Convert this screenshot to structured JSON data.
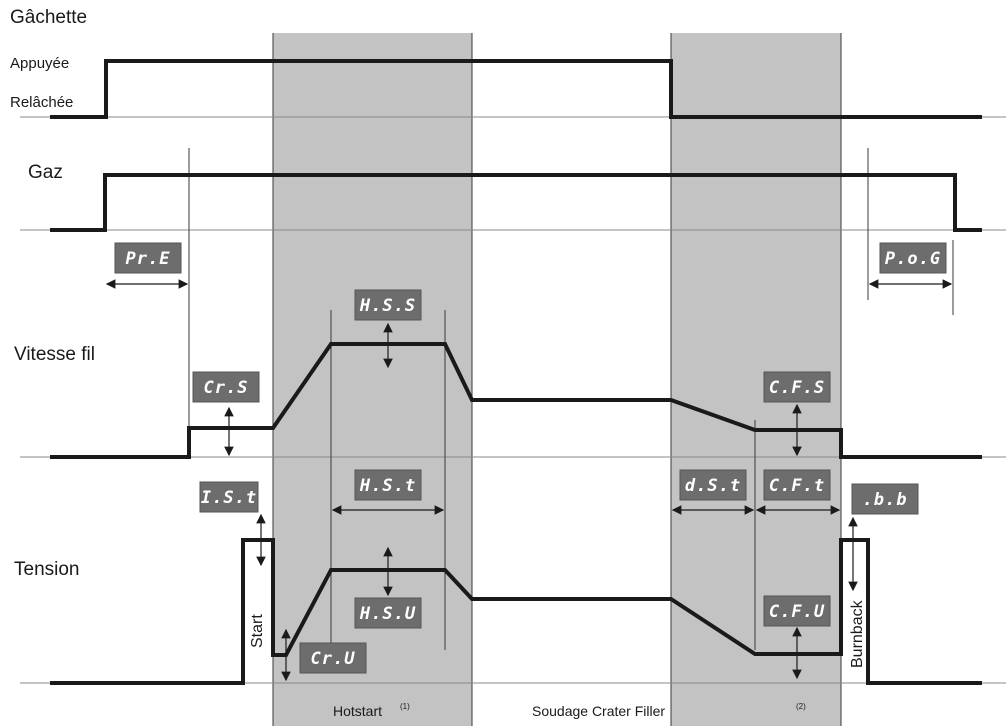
{
  "rows": {
    "trigger": "Gâchette",
    "trigger_pressed": "Appuyée",
    "trigger_released": "Relâchée",
    "gas": "Gaz",
    "wire_speed": "Vitesse fil",
    "voltage": "Tension"
  },
  "badges": {
    "pre": "Pr.E",
    "pog": "P.o.G",
    "hss": "H.S.S",
    "crs": "Cr.S",
    "cfs": "C.F.S",
    "hst": "H.S.t",
    "dst": "d.S.t",
    "cft": "C.F.t",
    "ist": "I.S.t",
    "bb": ".b.b",
    "hsu": "H.S.U",
    "cfu": "C.F.U",
    "cru": "Cr.U"
  },
  "side_labels": {
    "start": "Start",
    "burnback": "Burnback"
  },
  "footer": {
    "hotstart": "Hotstart",
    "hotstart_note": "(1)",
    "middle": "Soudage Crater Filler",
    "crater_note": "(2)"
  },
  "colors": {
    "band": "#c3c3c3",
    "signal": "#1a1a1a",
    "badge": "#6d6d6d"
  }
}
